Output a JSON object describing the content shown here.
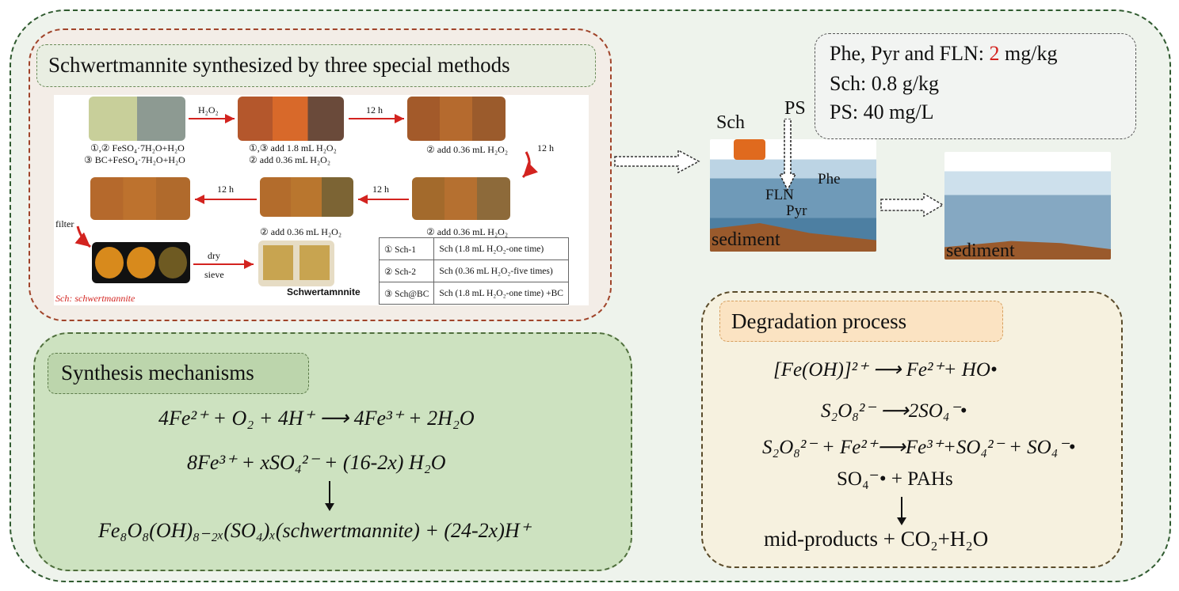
{
  "synthesis": {
    "title": "Schwertmannite synthesized by three special methods",
    "h2o2_label": "H₂O₂",
    "t12_1": "12 h",
    "t12_2": "12 h",
    "t12_3": "12 h",
    "t12_4": "12 h",
    "cond_a1": "①,② FeSO₄·7H₂O+H₂O",
    "cond_a2": "③ BC+FeSO₄·7H₂O+H₂O",
    "cond_b1": "①,③ add 1.8 mL H₂O₂",
    "cond_b2": "② add 0.36 mL H₂O₂",
    "cond_c": "② add 0.36 mL H₂O₂",
    "cond_d": "② add 0.36 mL H₂O₂",
    "cond_e": "② add 0.36 mL H₂O₂",
    "filter": "filter",
    "dry": "dry",
    "sieve": "sieve",
    "product": "Schwertamnnite",
    "note": "Sch: schwertmannite",
    "table": [
      {
        "id": "① Sch-1",
        "desc": "Sch (1.8 mL H₂O₂-one time)"
      },
      {
        "id": "② Sch-2",
        "desc": "Sch (0.36 mL H₂O₂-five times)"
      },
      {
        "id": "③ Sch@BC",
        "desc": "Sch (1.8 mL H₂O₂-one time) +BC"
      }
    ]
  },
  "mechanism": {
    "title": "Synthesis mechanisms",
    "eq1": "4Fe²⁺ + O₂ + 4H⁺ ⟶ 4Fe³⁺ + 2H₂O",
    "eq2": "8Fe³⁺ + xSO₄²⁻ + (16-2x) H₂O",
    "eq3": "Fe₈O₈(OH)₈₋₂ₓ(SO₄)ₓ(schwertmannite) + (24-2x)H⁺"
  },
  "params": {
    "line1_prefix": "Phe, Pyr and FLN: ",
    "line1_value": "2",
    "line1_unit": " mg/kg",
    "line2": "Sch: 0.8 g/kg",
    "line3": "PS: 40 mg/L"
  },
  "scene": {
    "sch": "Sch",
    "ps": "PS",
    "phe": "Phe",
    "fln": "FLN",
    "pyr": "Pyr",
    "sediment1": "sediment",
    "sediment2": "sediment"
  },
  "degradation": {
    "title": "Degradation process",
    "eq1": "[Fe(OH)]²⁺ ⟶ Fe²⁺+ HO•",
    "eq2": "S₂O₈²⁻ ⟶2SO₄⁻•",
    "eq3": "S₂O₈²⁻ + Fe²⁺⟶Fe³⁺+SO₄²⁻ + SO₄⁻•",
    "eq4": "SO₄⁻• + PAHs",
    "eq5": "mid-products + CO₂+H₂O"
  },
  "colors": {
    "accent_red": "#d3231f",
    "outer_bg": "#eef3ec",
    "mech_bg": "#cde2c0",
    "deg_bg": "#f6f1df"
  }
}
